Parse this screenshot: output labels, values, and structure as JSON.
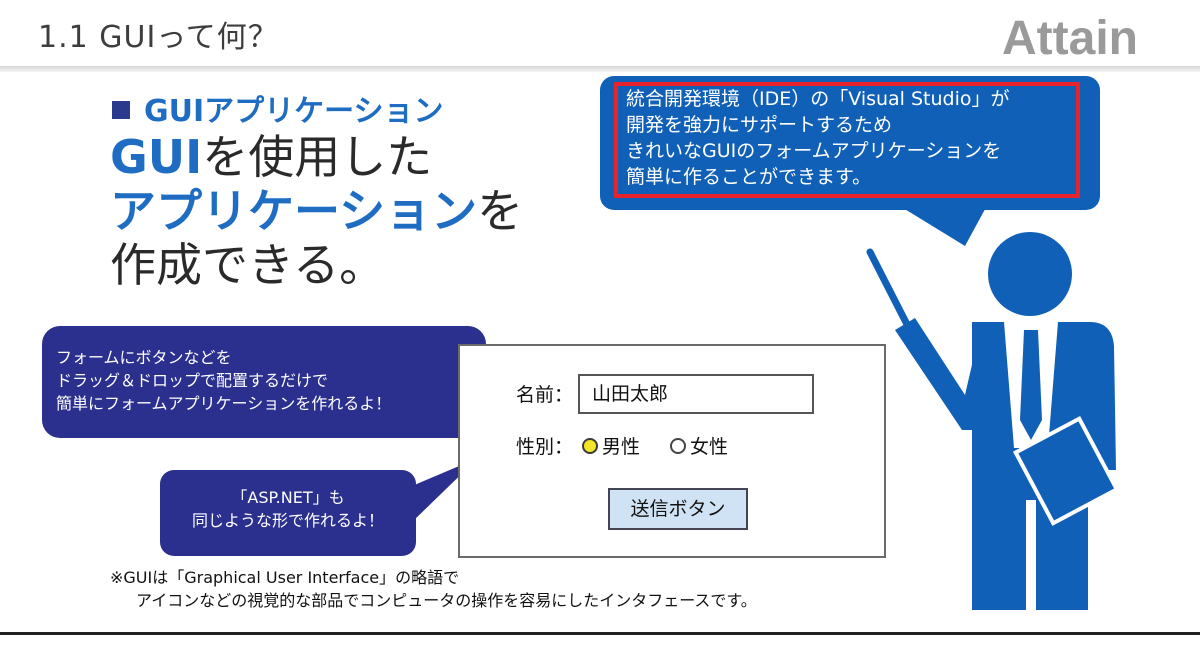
{
  "header": {
    "title": "1.1 GUIって何？",
    "logo_text": "Attain"
  },
  "section": {
    "heading": "GUIアプリケーション"
  },
  "headline": {
    "line1_highlight": "GUI",
    "line1_rest": "を使用した",
    "line2_highlight": "アプリケーション",
    "line2_rest": "を",
    "line3": "作成できる。"
  },
  "bubble_ide": {
    "lines": [
      "統合開発環境（IDE）の「Visual Studio」が",
      "開発を強力にサポートするため",
      "きれいなGUIのフォームアプリケーションを",
      "簡単に作ることができます。"
    ]
  },
  "bubble_form": {
    "lines": [
      "フォームにボタンなどを",
      "ドラッグ＆ドロップで配置するだけで",
      "簡単にフォームアプリケーションを作れるよ！"
    ]
  },
  "bubble_asp": {
    "lines": [
      "「ASP.NET」も",
      "同じような形で作れるよ！"
    ]
  },
  "form": {
    "name_label": "名前：",
    "name_value": "山田太郎",
    "gender_label": "性別：",
    "option_male": "男性",
    "option_female": "女性",
    "submit_label": "送信ボタン"
  },
  "footnote": {
    "line1": "※GUIは「Graphical User Interface」の略語で",
    "line2": "アイコンなどの視覚的な部品でコンピュータの操作を容易にしたインタフェースです。"
  },
  "colors": {
    "accent_blue": "#1f6dc3",
    "bubble_blue": "#1160b7",
    "bubble_navy": "#2b2f8e",
    "highlight_red": "#e8242a"
  }
}
